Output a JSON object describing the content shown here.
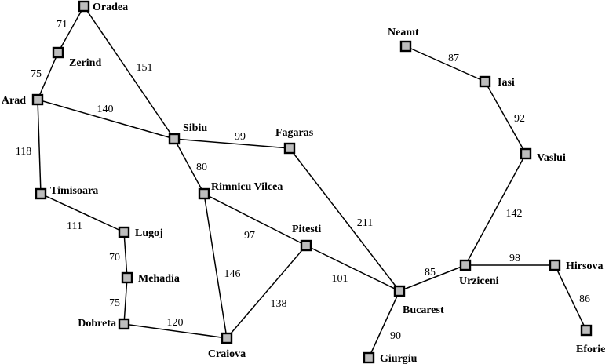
{
  "cities": [
    {
      "id": "oradea",
      "name": "Oradea"
    },
    {
      "id": "zerind",
      "name": "Zerind"
    },
    {
      "id": "arad",
      "name": "Arad"
    },
    {
      "id": "timisoara",
      "name": "Timisoara"
    },
    {
      "id": "lugoj",
      "name": "Lugoj"
    },
    {
      "id": "mehadia",
      "name": "Mehadia"
    },
    {
      "id": "dobreta",
      "name": "Dobreta"
    },
    {
      "id": "craiova",
      "name": "Craiova"
    },
    {
      "id": "sibiu",
      "name": "Sibiu"
    },
    {
      "id": "rimnicu",
      "name": "Rimnicu Vilcea"
    },
    {
      "id": "fagaras",
      "name": "Fagaras"
    },
    {
      "id": "pitesti",
      "name": "Pitesti"
    },
    {
      "id": "bucarest",
      "name": "Bucarest"
    },
    {
      "id": "giurgiu",
      "name": "Giurgiu"
    },
    {
      "id": "urziceni",
      "name": "Urziceni"
    },
    {
      "id": "hirsova",
      "name": "Hirsova"
    },
    {
      "id": "eforie",
      "name": "Eforie"
    },
    {
      "id": "vaslui",
      "name": "Vaslui"
    },
    {
      "id": "iasi",
      "name": "Iasi"
    },
    {
      "id": "neamt",
      "name": "Neamt"
    }
  ],
  "roads": [
    {
      "from": "oradea",
      "to": "zerind",
      "distance": "71"
    },
    {
      "from": "zerind",
      "to": "arad",
      "distance": "75"
    },
    {
      "from": "oradea",
      "to": "sibiu",
      "distance": "151"
    },
    {
      "from": "arad",
      "to": "sibiu",
      "distance": "140"
    },
    {
      "from": "arad",
      "to": "timisoara",
      "distance": "118"
    },
    {
      "from": "timisoara",
      "to": "lugoj",
      "distance": "111"
    },
    {
      "from": "lugoj",
      "to": "mehadia",
      "distance": "70"
    },
    {
      "from": "mehadia",
      "to": "dobreta",
      "distance": "75"
    },
    {
      "from": "dobreta",
      "to": "craiova",
      "distance": "120"
    },
    {
      "from": "sibiu",
      "to": "fagaras",
      "distance": "99"
    },
    {
      "from": "sibiu",
      "to": "rimnicu",
      "distance": "80"
    },
    {
      "from": "rimnicu",
      "to": "pitesti",
      "distance": "97"
    },
    {
      "from": "rimnicu",
      "to": "craiova",
      "distance": "146"
    },
    {
      "from": "craiova",
      "to": "pitesti",
      "distance": "138"
    },
    {
      "from": "pitesti",
      "to": "bucarest",
      "distance": "101"
    },
    {
      "from": "fagaras",
      "to": "bucarest",
      "distance": "211"
    },
    {
      "from": "bucarest",
      "to": "giurgiu",
      "distance": "90"
    },
    {
      "from": "bucarest",
      "to": "urziceni",
      "distance": "85"
    },
    {
      "from": "urziceni",
      "to": "hirsova",
      "distance": "98"
    },
    {
      "from": "hirsova",
      "to": "eforie",
      "distance": "86"
    },
    {
      "from": "urziceni",
      "to": "vaslui",
      "distance": "142"
    },
    {
      "from": "vaslui",
      "to": "iasi",
      "distance": "92"
    },
    {
      "from": "iasi",
      "to": "neamt",
      "distance": "87"
    }
  ],
  "colors": {
    "node_fill": "#bdbdbd",
    "stroke": "#000000",
    "background": "#ffffff"
  }
}
